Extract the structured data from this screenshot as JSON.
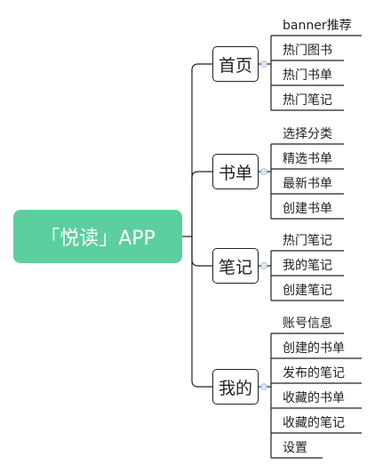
{
  "root": {
    "label": "「悦读」APP"
  },
  "branches": [
    {
      "id": "home",
      "label": "首页",
      "children": [
        "banner推荐",
        "热门图书",
        "热门书单",
        "热门笔记"
      ]
    },
    {
      "id": "booklist",
      "label": "书单",
      "children": [
        "选择分类",
        "精选书单",
        "最新书单",
        "创建书单"
      ]
    },
    {
      "id": "notes",
      "label": "笔记",
      "children": [
        "热门笔记",
        "我的笔记",
        "创建笔记"
      ]
    },
    {
      "id": "mine",
      "label": "我的",
      "children": [
        "账号信息",
        "创建的书单",
        "发布的笔记",
        "收藏的书单",
        "收藏的笔记",
        "设置"
      ]
    }
  ],
  "colors": {
    "root_fill": "#5ccf9e",
    "line": "#222222",
    "collapse_dot": "#9fb7e6"
  }
}
